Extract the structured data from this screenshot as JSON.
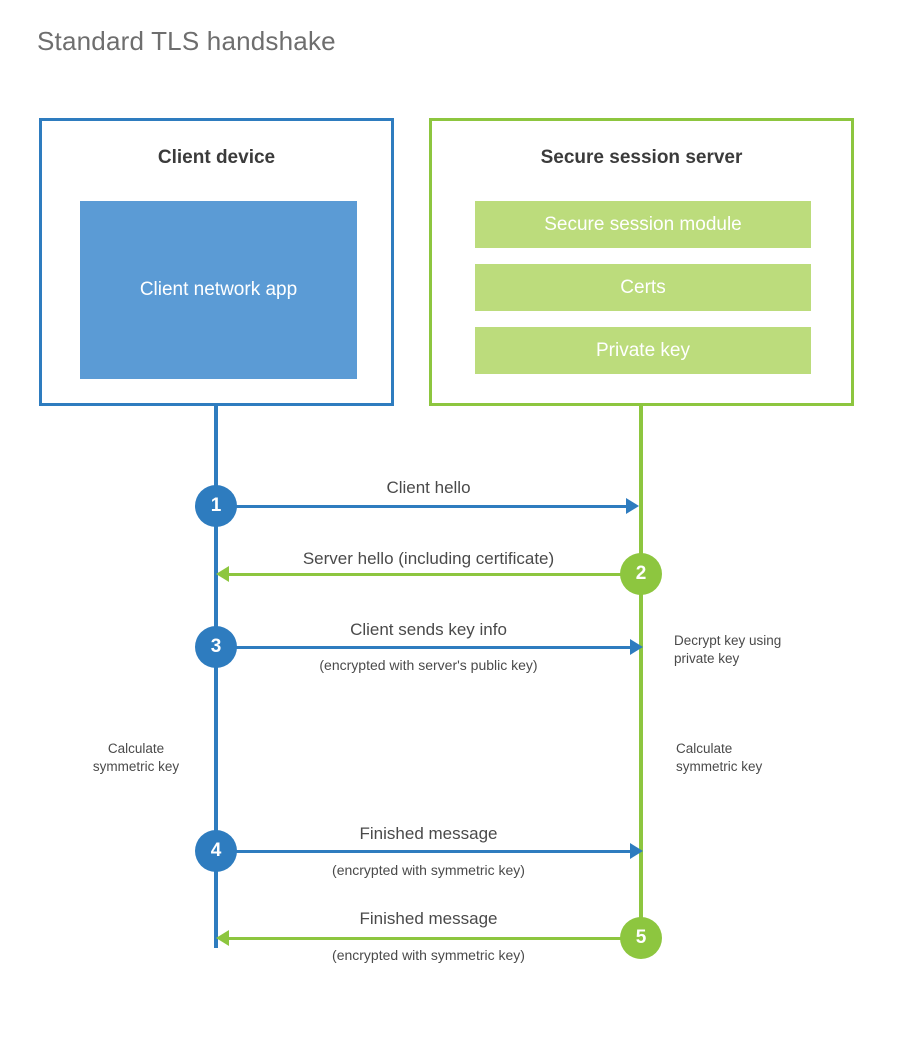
{
  "title": "Standard TLS handshake",
  "colors": {
    "client_accent": "#2E7CBF",
    "client_fill": "#5B9BD5",
    "server_accent": "#8DC63F",
    "server_fill": "#BCDC7C",
    "text": "#4a4a4a",
    "heading": "#3b3b3b",
    "title": "#6e6e6e",
    "background": "#ffffff"
  },
  "client": {
    "title": "Client device",
    "app_label": "Client network app"
  },
  "server": {
    "title": "Secure session server",
    "bars": [
      {
        "label": "Secure session module"
      },
      {
        "label": "Certs"
      },
      {
        "label": "Private key"
      }
    ]
  },
  "steps": [
    {
      "number": "1",
      "label": "Client hello",
      "sublabel": "",
      "direction": "client-to-server",
      "color": "blue"
    },
    {
      "number": "2",
      "label": "Server hello (including certificate)",
      "sublabel": "",
      "direction": "server-to-client",
      "color": "green"
    },
    {
      "number": "3",
      "label": "Client sends key info",
      "sublabel": "(encrypted with server's public key)",
      "direction": "client-to-server",
      "color": "blue"
    },
    {
      "number": "4",
      "label": "Finished message",
      "sublabel": "(encrypted with symmetric key)",
      "direction": "client-to-server",
      "color": "blue"
    },
    {
      "number": "5",
      "label": "Finished message",
      "sublabel": "(encrypted with symmetric key)",
      "direction": "server-to-client",
      "color": "green"
    }
  ],
  "annotations": {
    "decrypt_note": "Decrypt key using\nprivate key",
    "decrypt_note_line1": "Decrypt key using",
    "decrypt_note_line2": "private key",
    "client_calc_line1": "Calculate",
    "client_calc_line2": "symmetric key",
    "server_calc_line1": "Calculate",
    "server_calc_line2": "symmetric key"
  }
}
